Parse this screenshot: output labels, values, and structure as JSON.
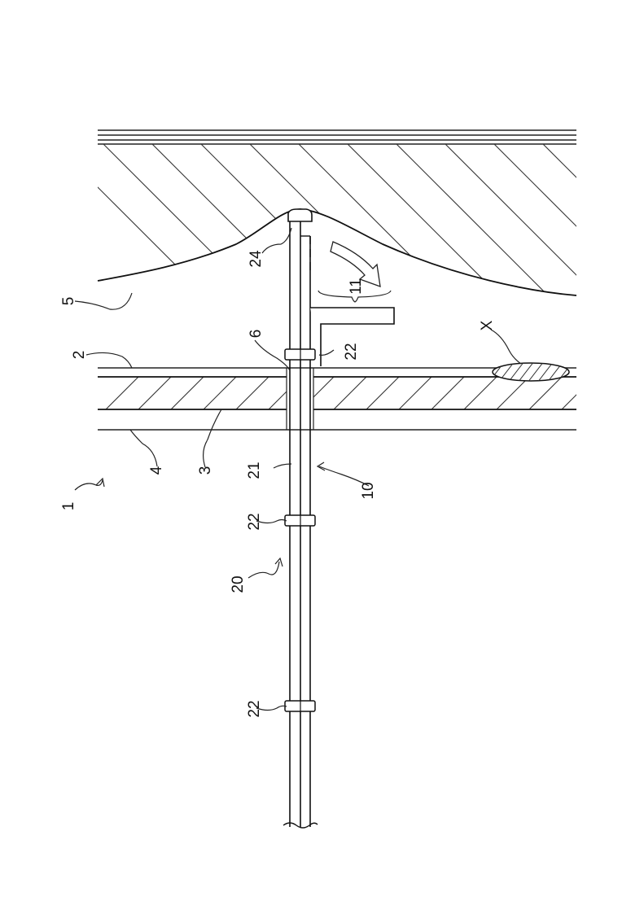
{
  "figure": {
    "labels": {
      "ref_1": "1",
      "ref_2": "2",
      "ref_3": "3",
      "ref_4": "4",
      "ref_5": "5",
      "ref_6": "6",
      "ref_10": "10",
      "ref_11": "11",
      "ref_20": "20",
      "ref_21": "21",
      "ref_22_top": "22",
      "ref_22_mid": "22",
      "ref_22_low": "22",
      "ref_24": "24",
      "ref_X": "X"
    }
  }
}
